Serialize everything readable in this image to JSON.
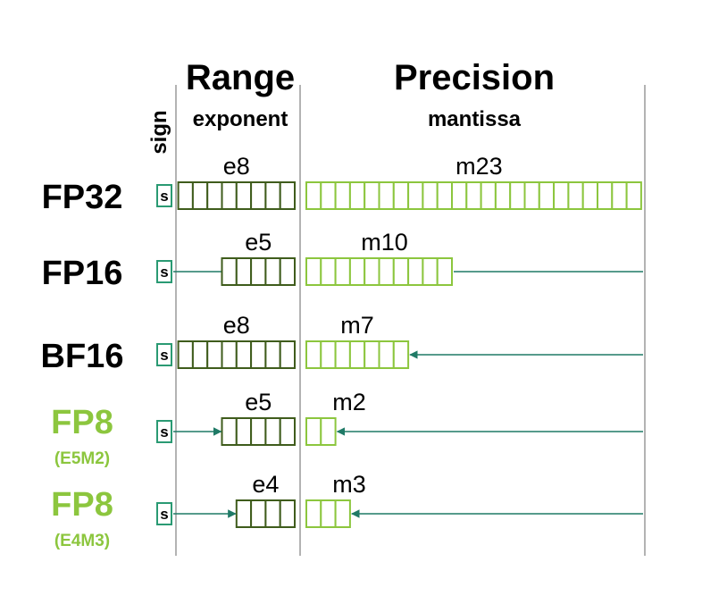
{
  "headers": {
    "sign": "sign",
    "range": "Range",
    "exponent": "exponent",
    "precision": "Precision",
    "mantissa": "mantissa"
  },
  "colors": {
    "exponent_stroke": "#3f5c1c",
    "mantissa_stroke": "#8cc63e",
    "sign_stroke": "#2a9a73",
    "arrow": "#1f7a66",
    "divider": "#9a9a9a",
    "fp8_label": "#8cc63e",
    "label_black": "#000000"
  },
  "sign_box_text": "s",
  "formats": [
    {
      "name": "FP32",
      "sub": "",
      "label_color": "#000000",
      "exp_label": "e8",
      "exp_bits": 8,
      "man_label": "m23",
      "man_bits": 23
    },
    {
      "name": "FP16",
      "sub": "",
      "label_color": "#000000",
      "exp_label": "e5",
      "exp_bits": 5,
      "man_label": "m10",
      "man_bits": 10
    },
    {
      "name": "BF16",
      "sub": "",
      "label_color": "#000000",
      "exp_label": "e8",
      "exp_bits": 8,
      "man_label": "m7",
      "man_bits": 7
    },
    {
      "name": "FP8",
      "sub": "(E5M2)",
      "label_color": "#8cc63e",
      "exp_label": "e5",
      "exp_bits": 5,
      "man_label": "m2",
      "man_bits": 2
    },
    {
      "name": "FP8",
      "sub": "(E4M3)",
      "label_color": "#8cc63e",
      "exp_label": "e4",
      "exp_bits": 4,
      "man_label": "m3",
      "man_bits": 3
    }
  ]
}
